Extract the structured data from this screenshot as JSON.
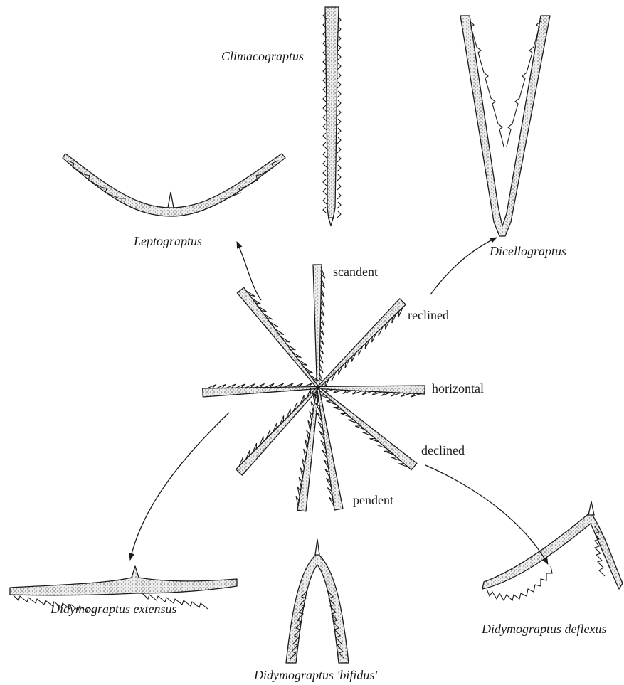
{
  "labels": {
    "scandent": "scandent",
    "reclined": "reclined",
    "horizontal": "horizontal",
    "declined": "declined",
    "pendent": "pendent"
  },
  "taxa": {
    "climacograptus": "Climacograptus",
    "leptograptus": "Leptograptus",
    "dicellograptus": "Dicellograptus",
    "extensus": "Didymograptus extensus",
    "bifidus": "Didymograptus 'bifidus'",
    "deflexus": "Didymograptus deflexus"
  }
}
